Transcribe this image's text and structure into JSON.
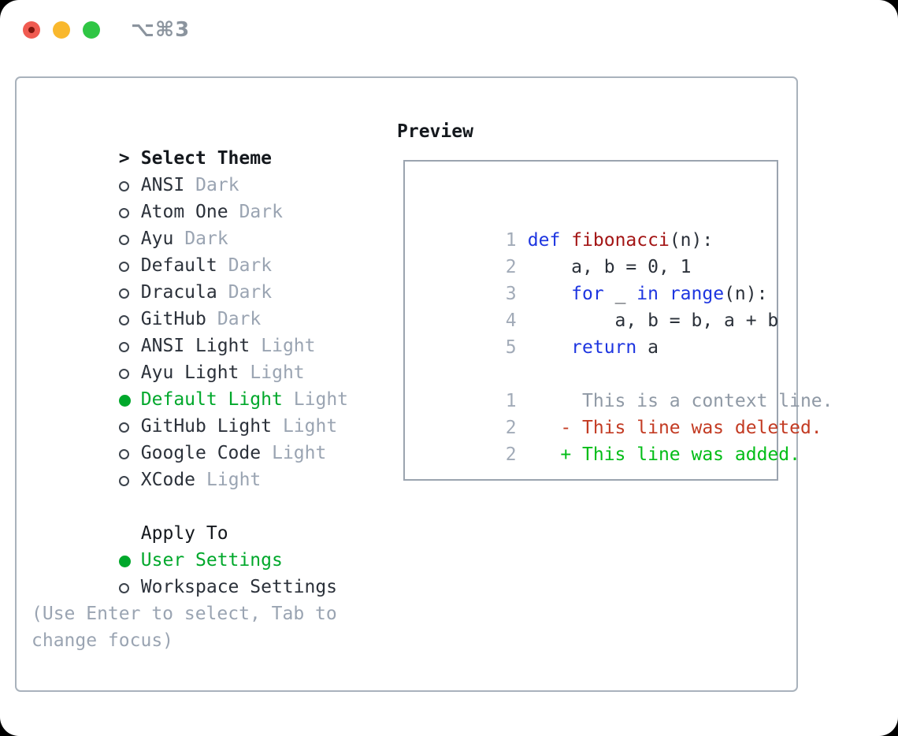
{
  "titlebar": {
    "shortcut": "⌥⌘3",
    "traffic_lights": [
      "close",
      "minimize",
      "zoom"
    ]
  },
  "panel": {
    "select_theme": {
      "header_prefix": ">",
      "header": "Select Theme",
      "items": [
        {
          "label": "ANSI",
          "variant": "Dark",
          "selected": false
        },
        {
          "label": "Atom One",
          "variant": "Dark",
          "selected": false
        },
        {
          "label": "Ayu",
          "variant": "Dark",
          "selected": false
        },
        {
          "label": "Default",
          "variant": "Dark",
          "selected": false
        },
        {
          "label": "Dracula",
          "variant": "Dark",
          "selected": false
        },
        {
          "label": "GitHub",
          "variant": "Dark",
          "selected": false
        },
        {
          "label": "ANSI Light",
          "variant": "Light",
          "selected": false
        },
        {
          "label": "Ayu Light",
          "variant": "Light",
          "selected": false
        },
        {
          "label": "Default Light",
          "variant": "Light",
          "selected": true
        },
        {
          "label": "GitHub Light",
          "variant": "Light",
          "selected": false
        },
        {
          "label": "Google Code",
          "variant": "Light",
          "selected": false
        },
        {
          "label": "XCode",
          "variant": "Light",
          "selected": false
        }
      ]
    },
    "apply_to": {
      "header": "Apply To",
      "options": [
        {
          "label": "User Settings",
          "selected": true
        },
        {
          "label": "Workspace Settings",
          "selected": false
        }
      ]
    },
    "footer_line1": "(Use Enter to select, Tab to",
    "footer_line2": "change focus)"
  },
  "preview": {
    "title": "Preview",
    "code": {
      "l1": {
        "n": "1",
        "kw": "def",
        "sp": " ",
        "fn": "fibonacci",
        "rest": "(n):"
      },
      "l2": {
        "n": "2",
        "text": "    a, b = 0, 1"
      },
      "l3": {
        "n": "3",
        "t1": "    ",
        "kw1": "for",
        "t2": " _ ",
        "kw2": "in",
        "t3": " ",
        "kw3": "range",
        "t4": "(n):"
      },
      "l4": {
        "n": "4",
        "text": "        a, b = b, a + b"
      },
      "l5": {
        "n": "5",
        "t1": "    ",
        "kw": "return",
        "t2": " a"
      }
    },
    "diff": {
      "context": {
        "n": "1",
        "text": "     This is a context line."
      },
      "deleted": {
        "n": "2",
        "text": "   - This line was deleted."
      },
      "added": {
        "n": "2",
        "text": "   + This line was added."
      }
    }
  },
  "colors": {
    "accent-green": "#00a82b",
    "kw-blue": "#1d35e0",
    "fn-red": "#a31515",
    "del-red": "#c33b23",
    "add-green": "#02bd17",
    "dim": "#9aa4b2"
  }
}
